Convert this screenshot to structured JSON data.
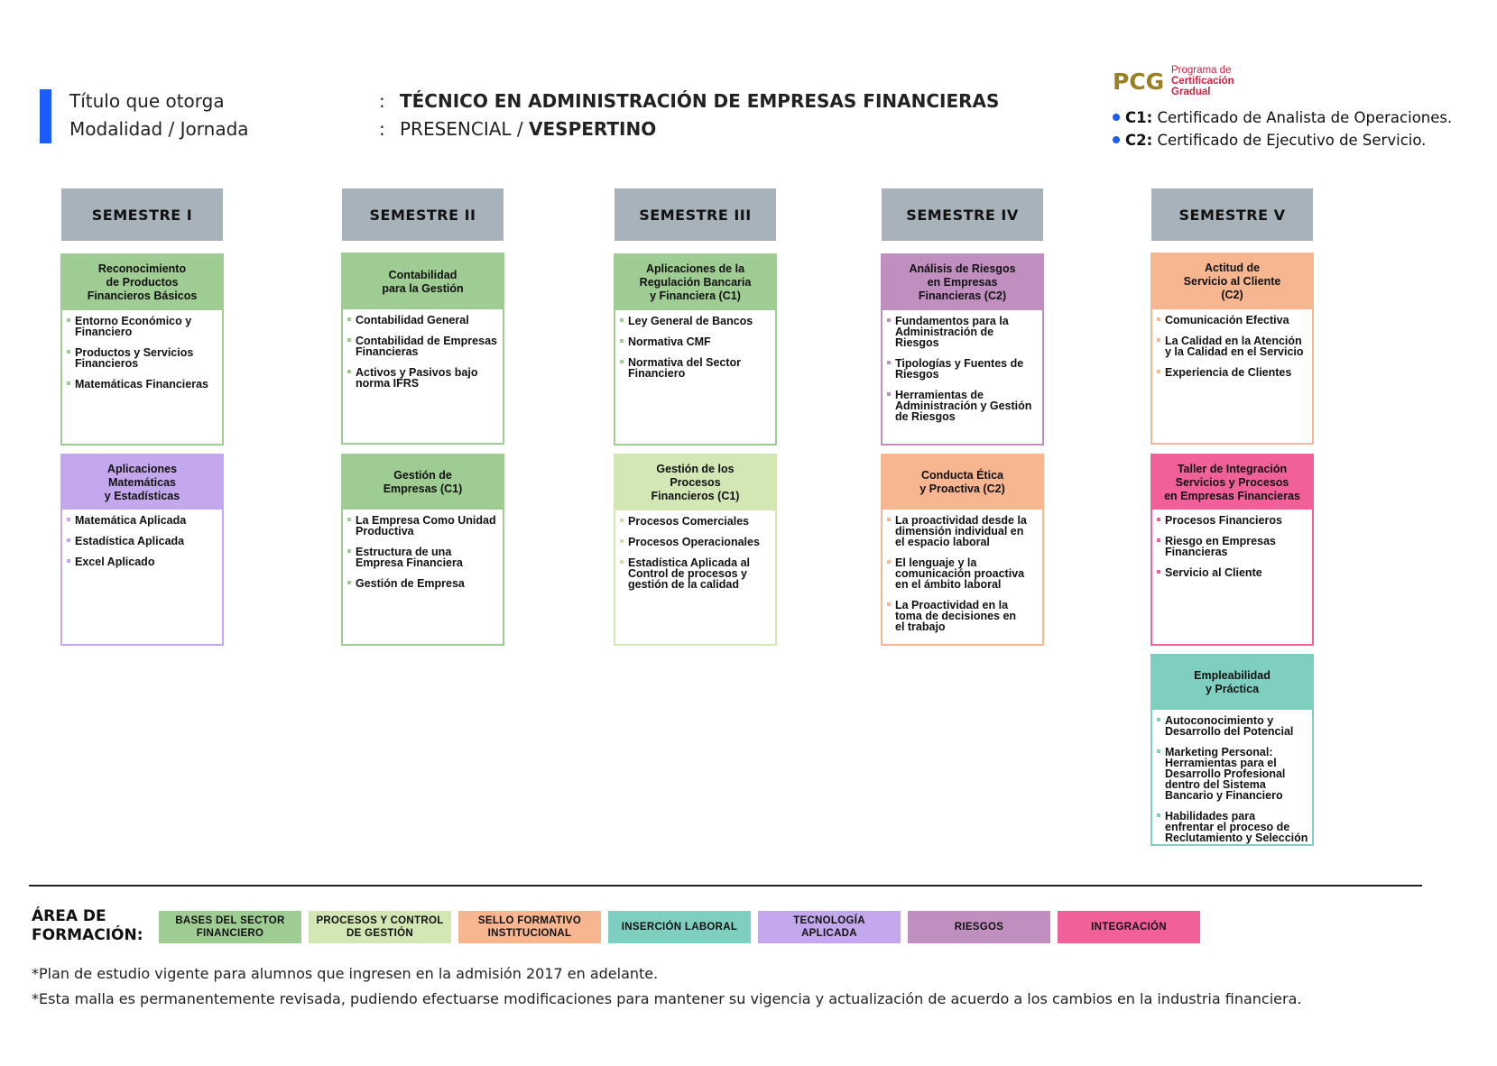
{
  "header": {
    "titulo_label": "Título que otorga",
    "modalidad_label": "Modalidad / Jornada",
    "colon": ":",
    "titulo_value": "TÉCNICO EN ADMINISTRACIÓN DE EMPRESAS FINANCIERAS",
    "modalidad_value": "PRESENCIAL / ",
    "jornada_value": "VESPERTINO"
  },
  "pcg": {
    "logo": "PCG",
    "line1": "Programa de",
    "line2": "Certificación",
    "line3": "Gradual",
    "c1_code": "C1:",
    "c1_text": " Certificado de Analista de Operaciones.",
    "c2_code": "C2:",
    "c2_text": " Certificado de Ejecutivo de Servicio."
  },
  "semesters": [
    "SEMESTRE I",
    "SEMESTRE II",
    "SEMESTRE III",
    "SEMESTRE IV",
    "SEMESTRE V"
  ],
  "courses": {
    "s1a": {
      "title": "Reconocimiento\nde Productos\nFinancieros Básicos",
      "items": [
        "Entorno Económico y\nFinanciero",
        "Productos y Servicios\nFinancieros",
        "Matemáticas Financieras"
      ]
    },
    "s1b": {
      "title": "Aplicaciones\nMatemáticas\ny Estadísticas",
      "items": [
        "Matemática Aplicada",
        "Estadística Aplicada",
        "Excel Aplicado"
      ]
    },
    "s2a": {
      "title": "Contabilidad\npara la Gestión",
      "items": [
        "Contabilidad General",
        "Contabilidad de Empresas\nFinancieras",
        "Activos y Pasivos bajo\nnorma IFRS"
      ]
    },
    "s2b": {
      "title": "Gestión de\nEmpresas (C1)",
      "items": [
        "La Empresa Como Unidad\nProductiva",
        "Estructura de una\nEmpresa Financiera",
        "Gestión de Empresa"
      ]
    },
    "s3a": {
      "title": "Aplicaciones de la\nRegulación Bancaria\ny Financiera (C1)",
      "items": [
        "Ley General de Bancos",
        "Normativa CMF",
        "Normativa del Sector\nFinanciero"
      ]
    },
    "s3b": {
      "title": "Gestión de los\nProcesos\nFinancieros (C1)",
      "items": [
        "Procesos Comerciales",
        "Procesos Operacionales",
        "Estadística Aplicada al\nControl de procesos y\ngestión de la calidad"
      ]
    },
    "s4a": {
      "title": "Análisis de Riesgos\nen Empresas\nFinancieras (C2)",
      "items": [
        "Fundamentos para la\nAdministración de\nRiesgos",
        "Tipologías y Fuentes de\nRiesgos",
        "Herramientas de\nAdministración y Gestión\nde Riesgos"
      ]
    },
    "s4b": {
      "title": "Conducta Ética\ny Proactiva (C2)",
      "items": [
        "La proactividad desde la\ndimensión individual en\nel espacio laboral",
        "El lenguaje y la\ncomunicación proactiva\nen el ámbito laboral",
        "La Proactividad en la\ntoma de decisiones en\nel trabajo"
      ]
    },
    "s5a": {
      "title": "Actitud de\nServicio al Cliente\n(C2)",
      "items": [
        "Comunicación Efectiva",
        "La Calidad en la Atención\ny la Calidad en el Servicio",
        "Experiencia de Clientes"
      ]
    },
    "s5b": {
      "title": "Taller de Integración\nServicios y Procesos\nen Empresas Financieras",
      "items": [
        "Procesos Financieros",
        "Riesgo en Empresas\nFinancieras",
        "Servicio al Cliente"
      ]
    },
    "s5c": {
      "title": "Empleabilidad\ny Práctica",
      "items": [
        "Autoconocimiento y\nDesarrollo del Potencial",
        "Marketing Personal:\nHerramientas para el\nDesarrollo Profesional\ndentro del Sistema\nBancario y Financiero",
        "Habilidades  para\nenfrentar el proceso de\nReclutamiento y Selección"
      ]
    }
  },
  "area": {
    "title_line1": "ÁREA DE",
    "title_line2": "FORMACIÓN:",
    "items": [
      {
        "label": "BASES DEL SECTOR\nFINANCIERO",
        "color": "#9fcc92"
      },
      {
        "label": "PROCESOS Y CONTROL\nDE GESTIÓN",
        "color": "#d3e7b4"
      },
      {
        "label": "SELLO FORMATIVO\nINSTITUCIONAL",
        "color": "#f7b590"
      },
      {
        "label": "INSERCIÓN LABORAL",
        "color": "#7fcfc0"
      },
      {
        "label": "TECNOLOGÍA\nAPLICADA",
        "color": "#c4a8ee"
      },
      {
        "label": "RIESGOS",
        "color": "#c08fc0"
      },
      {
        "label": "INTEGRACIÓN",
        "color": "#f2609a"
      }
    ]
  },
  "notes": {
    "note1": "*Plan de estudio vigente para alumnos que ingresen en la admisión 2017 en adelante.",
    "note2": "*Esta malla es permanentemente revisada, pudiendo efectuarse modificaciones para mantener su vigencia y actualización de acuerdo a los cambios en la industria financiera."
  }
}
